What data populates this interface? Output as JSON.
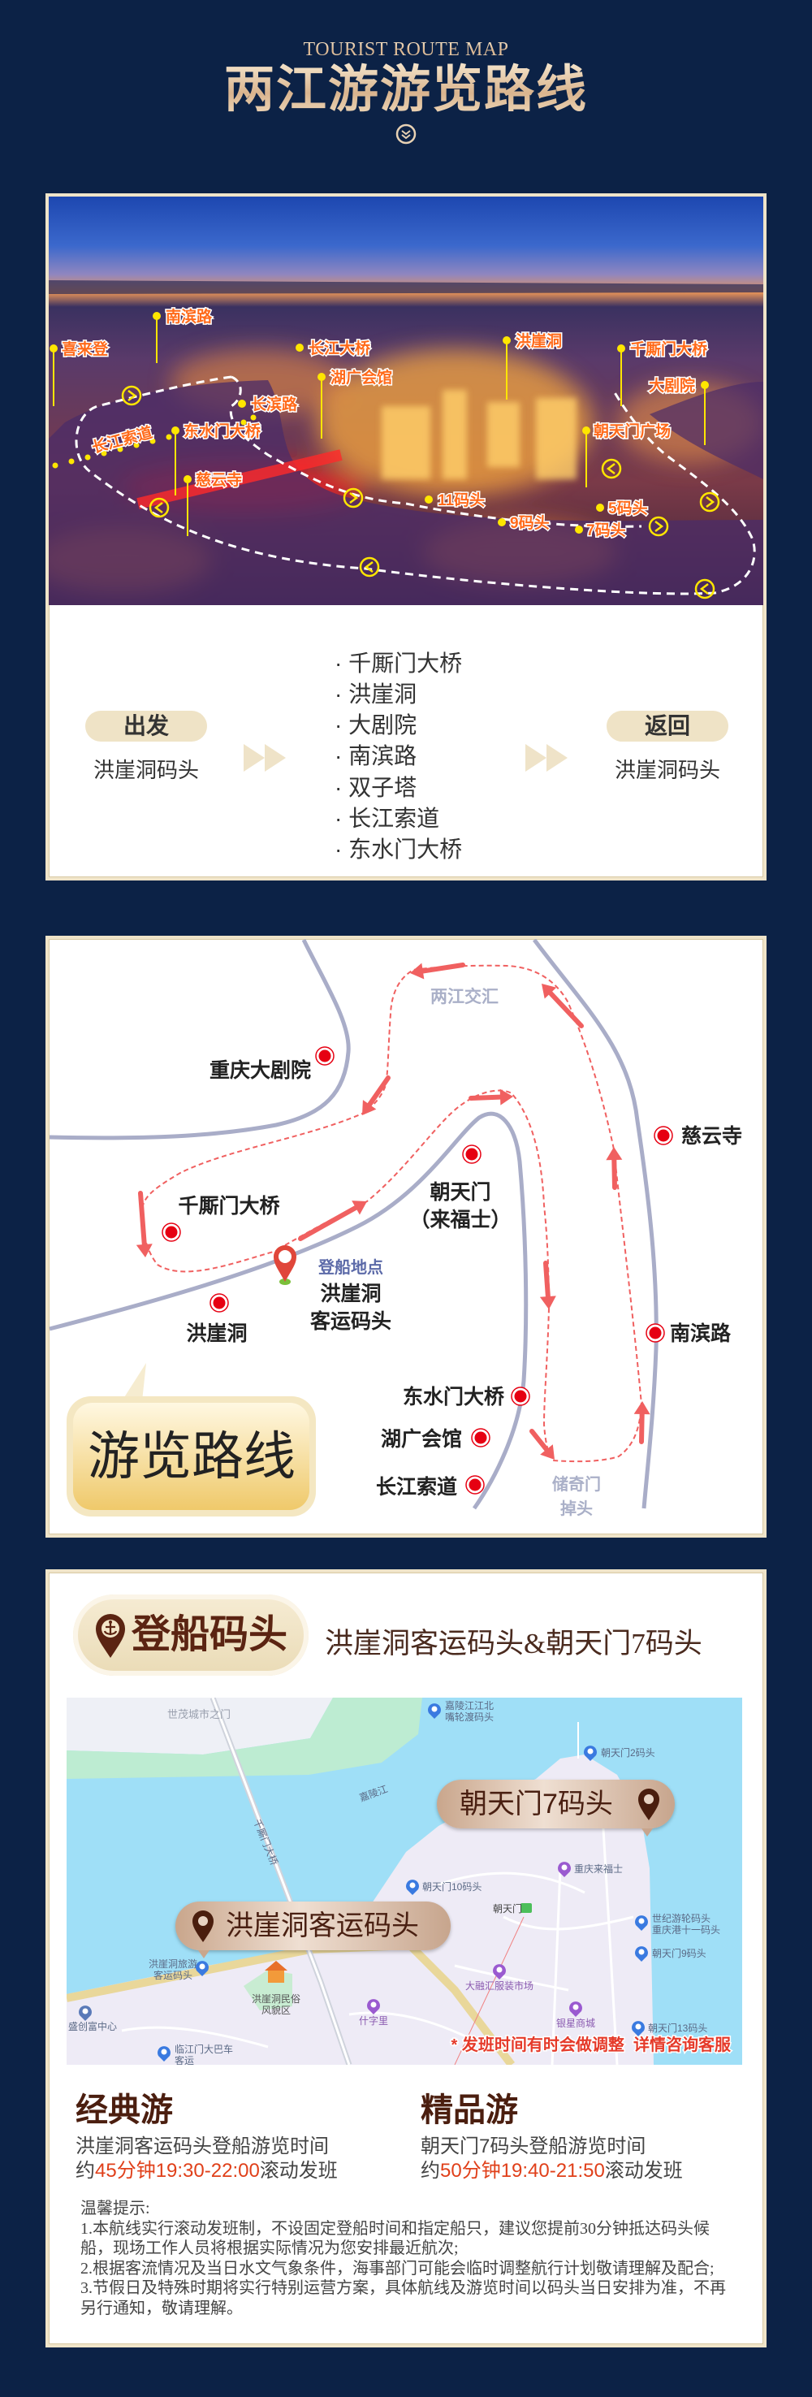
{
  "header": {
    "subtitle": "TOURIST ROUTE MAP",
    "title": "两江游游览路线"
  },
  "photo": {
    "labels": [
      "南滨路",
      "喜来登",
      "长江大桥",
      "洪崖洞",
      "千厮门大桥",
      "湖广会馆",
      "大剧院",
      "长滨路",
      "长江索道",
      "东水门大桥",
      "朝天门广场",
      "慈云寺",
      "11码头",
      "5码头",
      "9码头",
      "7码头"
    ]
  },
  "route": {
    "depart_label": "出发",
    "depart_place": "洪崖洞码头",
    "stops": [
      "千厮门大桥",
      "洪崖洞",
      "大剧院",
      "南滨路",
      "双子塔",
      "长江索道",
      "东水门大桥"
    ],
    "return_label": "返回",
    "return_place": "洪崖洞码头"
  },
  "route_map": {
    "title": "游览路线",
    "confluence": "两江交汇",
    "turnaround": [
      "储奇门",
      "掉头"
    ],
    "boarding": {
      "label": "登船地点",
      "name": [
        "洪崖洞",
        "客运码头"
      ]
    },
    "places": {
      "grand_theatre": "重庆大剧院",
      "ciyun_temple": "慈云寺",
      "chaotianmen": [
        "朝天门",
        "（来福士）"
      ],
      "qiansimen_bridge": "千厮门大桥",
      "hongyadong": "洪崖洞",
      "nanbin_road": "南滨路",
      "dongshuimen_bridge": "东水门大桥",
      "huguang_hall": "湖广会馆",
      "yangtze_ropeway": "长江索道"
    },
    "colors": {
      "route": "#f06060",
      "river": "#a9adc8",
      "dot": "#e60012"
    }
  },
  "pier": {
    "badge": "登船码头",
    "subtitle": "洪崖洞客运码头&朝天门7码头",
    "callouts": {
      "chaotianmen": "朝天门7码头",
      "hongyadong": "洪崖洞客运码头"
    },
    "notice": "* 发班时间有时会做调整  详情咨询客服",
    "map_labels": {
      "shimao": "世茂城市之门",
      "jialing": "嘉陵江",
      "bridge": "千厮门大桥",
      "jiangbei_pier": [
        "嘉陵江江北",
        "嘴轮渡码头"
      ],
      "ctm2": "朝天门2码头",
      "raffles": "重庆来福士",
      "ctm10": "朝天门10码头",
      "ctm_station": "朝天门",
      "century_pier": [
        "世纪游轮码头",
        "重庆港十一码头"
      ],
      "ctm9": "朝天门9码头",
      "market": "大融汇服装市场",
      "yinxing": "银星商城",
      "ctm13": "朝天门13码头",
      "hyd_pier": [
        "洪崖洞旅游",
        "客运码头"
      ],
      "hyd_area": [
        "洪崖洞民俗",
        "风貌区"
      ],
      "shizili": "什字里",
      "wealth": "盛创富中心",
      "linjiangmen": [
        "临江门大巴车",
        "客运"
      ]
    }
  },
  "tours": [
    {
      "name": "经典游",
      "line1": "洪崖洞客运码头登船游览时间",
      "prefix": "约",
      "highlight": "45分钟19:30-22:00",
      "suffix": "滚动发班"
    },
    {
      "name": "精品游",
      "line1": "朝天门7码头登船游览时间",
      "prefix": "约",
      "highlight": "50分钟19:40-21:50",
      "suffix": "滚动发班"
    }
  ],
  "tips": {
    "title": "温馨提示:",
    "items": [
      "1.本航线实行滚动发班制，不设固定登船时间和指定船只，建议您提前30分钟抵达码头候船，现场工作人员将根据实际情况为您安排最近航次;",
      "2.根据客流情况及当日水文气象条件，海事部门可能会临时调整航行计划敬请理解及配合;",
      "3.节假日及特殊时期将实行特别运营方案，具体航线及游览时间以码头当日安排为准，不再另行通知，敬请理解。"
    ]
  }
}
